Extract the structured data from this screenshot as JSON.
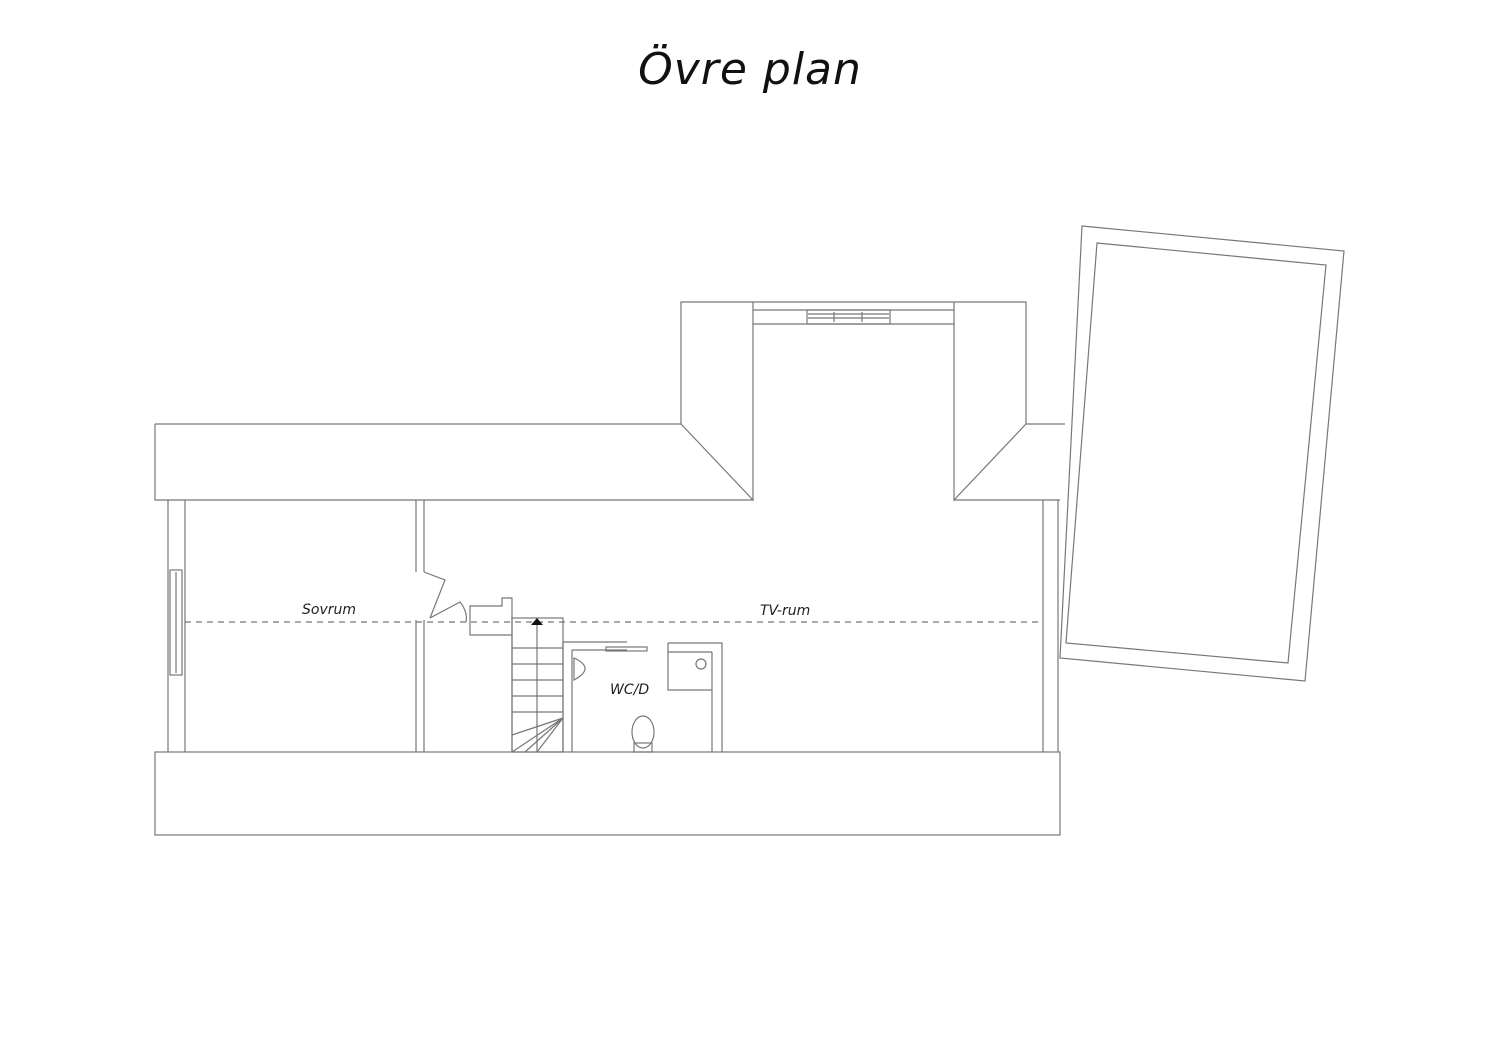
{
  "title": "Övre plan",
  "rooms": {
    "bedroom": "Sovrum",
    "tv_room": "TV-rum",
    "wc": "WC/D"
  }
}
